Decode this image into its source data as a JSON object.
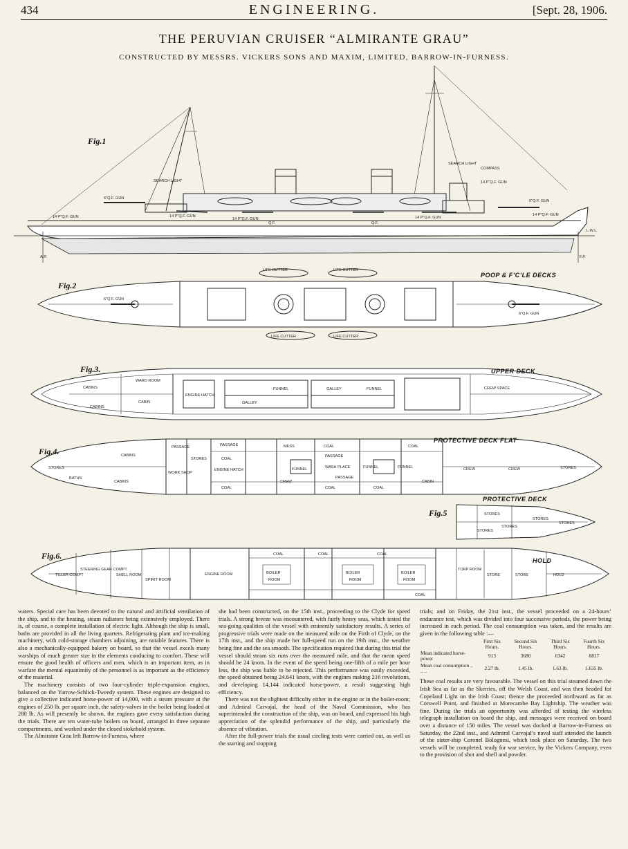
{
  "header": {
    "page_number": "434",
    "masthead": "ENGINEERING.",
    "date": "[Sept. 28, 1906."
  },
  "title": "THE PERUVIAN CRUISER “ALMIRANTE GRAU”",
  "subtitle": "CONSTRUCTED BY MESSRS. VICKERS SONS AND MAXIM, LIMITED, BARROW-IN-FURNESS.",
  "figures": {
    "fig1": {
      "label": "Fig.1",
      "notes": [
        "SEARCH LIGHT",
        "6″Q.F. GUN",
        "14 P˜Q.F. GUN",
        "14 P˜Q.F. GUN",
        "14 P˜Q.F. GUN",
        "Q.F.",
        "Q.F.",
        "14 P˜Q.F. GUN",
        "SEARCH LIGHT",
        "COMPASS",
        "14 P˜Q.F. GUN",
        "6″Q.F. GUN",
        "14 P˜Q.F. GUN",
        "L.W.L.",
        "A.P.",
        "F.P."
      ]
    },
    "fig2": {
      "label": "Fig.2",
      "deck": "POOP & F’C’LE DECKS",
      "notes": [
        "LIFE CUTTER",
        "LIFE CUTTER",
        "LIFE CUTTER",
        "LIFE CUTTER",
        "6″Q.F. GUN",
        "6″Q.F. GUN"
      ]
    },
    "fig3": {
      "label": "Fig.3.",
      "deck": "UPPER DECK",
      "notes": [
        "CABINS",
        "WARD ROOM",
        "CABIN",
        "CABINS",
        "ENGINE HATCH",
        "GALLEY",
        "FUNNEL",
        "GALLEY",
        "FUNNEL",
        "CREW SPACE"
      ]
    },
    "fig4": {
      "label": "Fig.4.",
      "deck": "PROTECTIVE DECK FLAT",
      "notes": [
        "STORES",
        "CABINS",
        "BATHS",
        "CABINS",
        "PASSAGE",
        "STORES",
        "WORK SHOP",
        "PASSAGE",
        "COAL",
        "ENGINE HATCH",
        "COAL",
        "MESS",
        "COAL",
        "PASSAGE",
        "FUNNEL",
        "WASH PLACE",
        "FUNNEL",
        "FUNNEL",
        "CREW",
        "COAL",
        "PASSAGE",
        "COAL",
        "COAL",
        "CABIN",
        "CREW",
        "CREW",
        "STORES"
      ]
    },
    "fig5": {
      "label": "Fig.5",
      "deck": "PROTECTIVE DECK",
      "notes": [
        "STORES",
        "STORES",
        "STORES",
        "STORES",
        "STORES"
      ]
    },
    "fig6": {
      "label": "Fig.6.",
      "deck": "HOLD",
      "notes": [
        "TILLER COMPT",
        "STEERING GEAR COMPT",
        "SHELL ROOM",
        "SPIRIT ROOM",
        "ENGINE ROOM",
        "COAL",
        "BOILER",
        "ROOM",
        "COAL",
        "BOILER",
        "ROOM",
        "COAL",
        "BOILER",
        "ROOM",
        "COAL",
        "TORP ROOM",
        "STORE",
        "STORE",
        "HOLD"
      ]
    }
  },
  "columns": [
    [
      {
        "indent": false,
        "text": "waters. Special care has been devoted to the natural and artificial ventilation of the ship, and to the heating, steam radiators being extensively employed. There is, of course, a complete installation of electric light. Although the ship is small, baths are provided in all the living quarters. Refrigerating plant and ice-making machinery, with cold-storage chambers adjoining, are notable features. There is also a mechanically-equipped bakery on board, so that the vessel excels many warships of much greater size in the elements conducing to comfort. These will ensure the good health of officers and men, which is an important item, as in warfare the mental equanimity of the personnel is as important as the efficiency of the material."
      },
      {
        "indent": true,
        "text": "The machinery consists of two four-cylinder triple-expansion engines, balanced on the Yarrow-Schlick-Tweedy system. These engines are designed to give a collective indicated horse-power of 14,000, with a steam pressure at the engines of 250 lb. per square inch, the safety-valves in the boiler being loaded at 280 lb. As will presently be shown, the engines gave every satisfaction during the trials. There are ten water-tube boilers on board, arranged in three separate compartments, and worked under the closed stokehold system."
      },
      {
        "indent": true,
        "text": "The Almirante Grau left Barrow-in-Furness, where"
      }
    ],
    [
      {
        "indent": false,
        "text": "she had been constructed, on the 15th inst., proceeding to the Clyde for speed trials. A strong breeze was encountered, with fairly heavy seas, which tested the sea-going qualities of the vessel with eminently satisfactory results. A series of progressive trials were made on the measured mile on the Firth of Clyde, on the 17th inst., and the ship made her full-speed run on the 19th inst., the weather being fine and the sea smooth. The specification required that during this trial the vessel should steam six runs over the measured mile, and that the mean speed should be 24 knots. In the event of the speed being one-fifth of a mile per hour less, the ship was liable to be rejected. This performance was easily exceeded, the speed obtained being 24.641 knots, with the engines making 216 revolutions, and developing 14,144 indicated horse-power, a result suggesting high efficiency."
      },
      {
        "indent": true,
        "text": "There was not the slightest difficulty either in the engine or in the boiler-room; and Admiral Carvajal, the head of the Naval Commission, who has superintended the construction of the ship, was on board, and expressed his high appreciation of the splendid performance of the ship, and particularly the absence of vibration."
      },
      {
        "indent": true,
        "text": "After the full-power trials the usual circling tests were carried out, as well as the starting and stopping"
      }
    ]
  ],
  "col3": {
    "intro": "trials; and on Friday, the 21st inst., the vessel proceeded on a 24-hours’ endurance test, which was divided into four successive periods, the power being increased in each period. The coal consumption was taken, and the results are given in the following table :—",
    "table": {
      "headers": [
        "",
        "First Six Hours.",
        "Second Six Hours.",
        "Third Six Hours.",
        "Fourth Six Hours."
      ],
      "rows": [
        [
          "Mean indicated horse-power",
          "913",
          "3680",
          "6342",
          "8817"
        ],
        [
          "Mean coal consumption ..  ..  ..",
          "2.27 lb.",
          "1.45 lb.",
          "1.63 lb.",
          "1.635 lb."
        ]
      ]
    },
    "outro": "These coal results are very favourable. The vessel on this trial steamed down the Irish Sea as far as the Skerries, off the Welsh Coast, and was then headed for Copeland Light on the Irish Coast; thence she proceeded northward as far as Corswell Point, and finished at Morecambe Bay Lightship. The weather was fine. During the trials an opportunity was afforded of testing the wireless telegraph installation on board the ship, and messages were received on board over a distance of 150 miles. The vessel was docked at Barrow-in-Furness on Saturday, the 22nd inst., and Admiral Carvajal’s naval staff attended the launch of the sister-ship Coronel Bolognesi, which took place on Saturday. The two vessels will be completed, ready for war service, by the Vickers Company, even to the provision of shot and shell and powder."
  }
}
